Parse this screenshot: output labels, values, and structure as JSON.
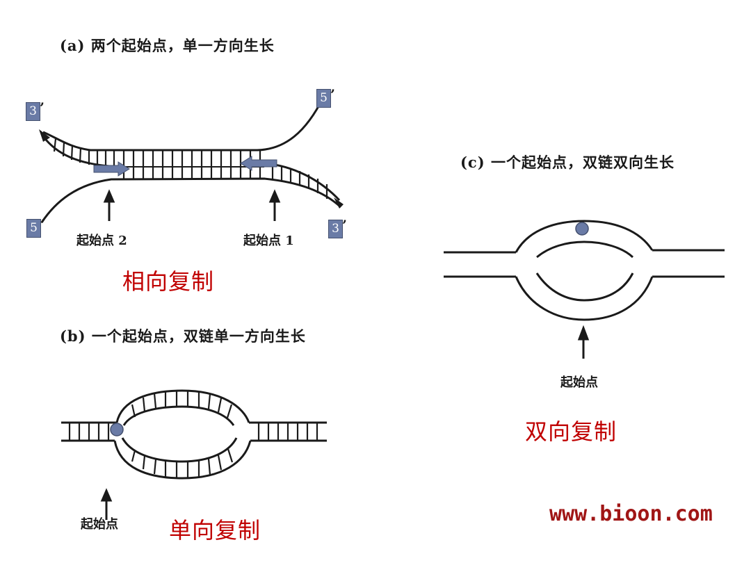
{
  "panel_a": {
    "caption": "(a) 两个起始点，单一方向生长",
    "origin_left": "起始点 2",
    "origin_right": "起始点 1",
    "end_top_left": "3",
    "end_top_right": "5",
    "end_bottom_left": "5",
    "end_bottom_right": "3",
    "title": "相向复制"
  },
  "panel_b": {
    "caption": "(b) 一个起始点，双链单一方向生长",
    "origin": "起始点",
    "title": "单向复制"
  },
  "panel_c": {
    "caption": "(c) 一个起始点，双链双向生长",
    "origin": "起始点",
    "title": "双向复制"
  },
  "watermark": "www.bioon.com",
  "colors": {
    "marker": "#6a7ba6",
    "title": "#c00000",
    "line": "#1a1a1a"
  }
}
